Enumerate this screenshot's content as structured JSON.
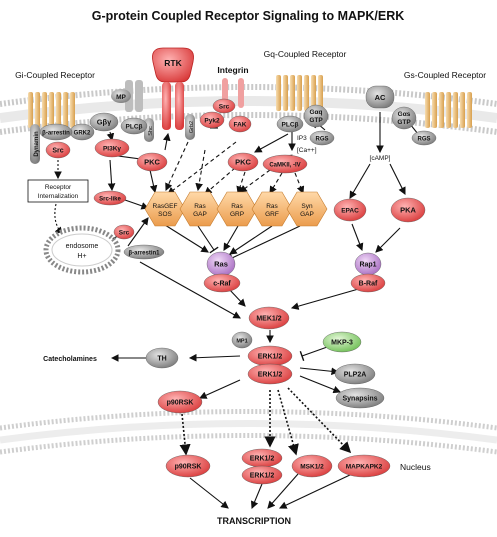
{
  "title": "G-protein Coupled Receptor Signaling to MAPK/ERK",
  "receptors": {
    "gi": "Gi-Coupled Receptor",
    "gq": "Gq-Coupled Receptor",
    "gs": "Gs-Coupled Receptor",
    "rtk": "RTK",
    "integrin": "Integrin"
  },
  "labels": {
    "mp": "MP",
    "shc": "Shc",
    "grb2": "Grb2",
    "gbg": "Gβγ",
    "plcb_left": "PLCβ",
    "pi3k": "PI3Kγ",
    "grk2": "GRK2",
    "b_arrestin": "β-arrestin",
    "dynamin": "Dynamin",
    "src_left": "Src",
    "src_rtk": "Src",
    "pyk2": "Pyk2",
    "fak": "FAK",
    "pkc_left": "PKC",
    "src_like": "Src-like",
    "plcb_gq": "PLCβ",
    "gaq": "Gαq",
    "gaq_gtp": "GTP",
    "rgs_gq": "RGS",
    "ip3": "IP3",
    "ca": "[Ca++]",
    "pkc_mid": "PKC",
    "camkii": "CaMKII, -IV",
    "ac": "AC",
    "gas": "Gαs",
    "gas_gtp": "GTP",
    "rgs_gs": "RGS",
    "camp": "[cAMP]",
    "epac": "EPAC",
    "pka": "PKA",
    "receptor_internalization": "Receptor Internalization",
    "endosome": "endosome",
    "h_plus": "H+",
    "src_endo": "Src",
    "b_arrestin1": "β-arrestin1",
    "rasgef_sos": [
      "RasGEF",
      "SOS"
    ],
    "ras_gap1": [
      "Ras",
      "GAP"
    ],
    "ras_grp": [
      "Ras",
      "GRP"
    ],
    "ras_grf": [
      "Ras",
      "GRF"
    ],
    "syn_gap": [
      "Syn",
      "GAP"
    ],
    "rap_gef": "",
    "ras": "Ras",
    "rap1": "Rap1",
    "c_raf": "c-Raf",
    "b_raf": "B-Raf",
    "mek": "MEK1/2",
    "mp1": "MP1",
    "mkp3": "MKP-3",
    "erk_top": "ERK1/2",
    "erk_bot": "ERK1/2",
    "th": "TH",
    "catecholamines": "Catecholamines",
    "plp2a": "PLP2A",
    "synapsins": "Synapsins",
    "p90rsk": "p90RSK",
    "p90rsk_nuc": "p90RSK",
    "erk_nuc_top": "ERK1/2",
    "erk_nuc_bot": "ERK1/2",
    "msk": "MSK1/2",
    "mapkapk2": "MAPKAPK2",
    "nucleus": "Nucleus",
    "transcription": "TRANSCRIPTION"
  },
  "colors": {
    "membrane_head": "#d9d9d9",
    "membrane_tail": "#f2f2f2",
    "receptor": "#e8c07a",
    "red_node": "#e85a5a",
    "gray_node": "#8c8c8c",
    "hex_node": "#f4b77a",
    "purple_node": "#c79ad8",
    "green_node": "#9fd88a",
    "text_dark": "#111111"
  }
}
